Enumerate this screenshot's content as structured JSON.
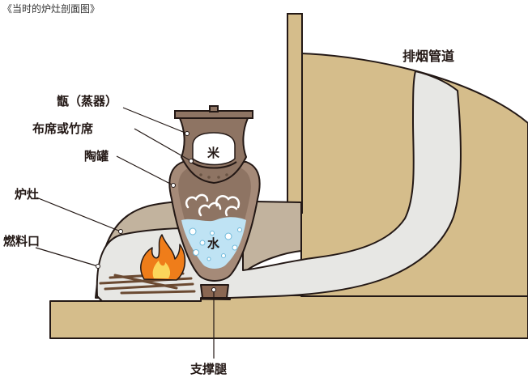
{
  "caption": "《当时的炉灶剖面图》",
  "labels": {
    "chimney": "排烟管道",
    "steamer": "甑（蒸器）",
    "cloth": "布席或竹席",
    "jar": "陶罐",
    "stove": "炉灶",
    "fuel_port": "燃料口",
    "support_leg": "支撑腿",
    "rice": "米",
    "water": "水"
  },
  "colors": {
    "outline": "#231815",
    "earth": "#d5bd8b",
    "stove_body": "#c2b39e",
    "flue": "#e7e7e4",
    "pottery": "#8e7463",
    "pottery_light": "#a58a78",
    "leg": "#8a6752",
    "water": "#bfe3f4",
    "flame_outer": "#ef7d1a",
    "flame_inner": "#fbd65b"
  }
}
